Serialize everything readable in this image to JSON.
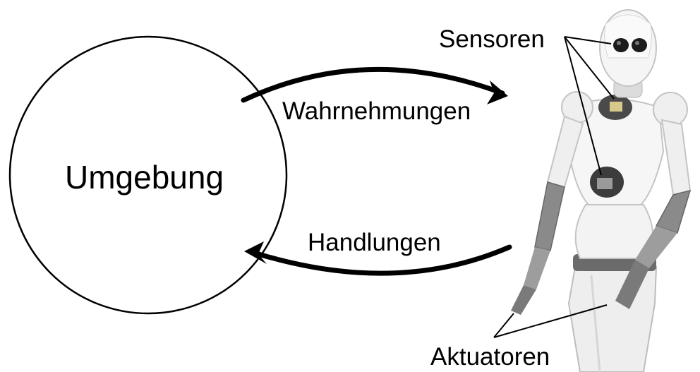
{
  "environment": {
    "label": "Umgebung"
  },
  "arrows": {
    "perception": "Wahrnehmungen",
    "action": "Handlungen"
  },
  "robot": {
    "sensors_label": "Sensoren",
    "actuators_label": "Aktuatoren"
  },
  "colors": {
    "line": "#000000",
    "robot_body": "#f1f1f1",
    "robot_shadow": "#c9c9c9",
    "robot_mechanics": "#555555"
  }
}
